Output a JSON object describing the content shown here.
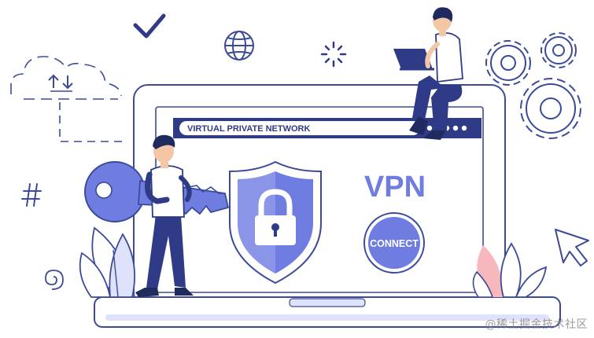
{
  "banner": {
    "title": "VIRTUAL PRIVATE NETWORK"
  },
  "hero": {
    "heading": "VPN",
    "button_label": "CONNECT"
  },
  "watermark": {
    "text": "@稀土掘金技术社区"
  },
  "icons": [
    "check-icon",
    "globe-icon",
    "sparkle-icon",
    "cloud-sync-icon",
    "hash-icon",
    "spiral-icon",
    "gear-icon",
    "cursor-arrow-icon",
    "padlock-icon",
    "shield-icon",
    "key-icon"
  ],
  "colors": {
    "navy": "#2f3b86",
    "outline": "#3c4a9a",
    "accent": "#6f7ce0",
    "light": "#dfe2fb",
    "pale": "#eef0fd",
    "pink": "#f6b7bd"
  }
}
